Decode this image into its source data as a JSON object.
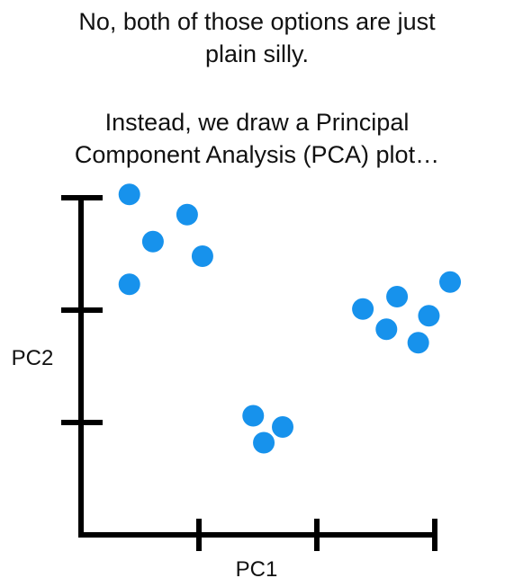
{
  "captions": {
    "line_1": "No, both of those options are just",
    "line_2": "plain silly.",
    "line_3": "Instead, we draw a Principal",
    "line_4": "Component Analysis (PCA) plot…"
  },
  "colors": {
    "point": "#1792ec",
    "axis": "#000000",
    "text": "#111111"
  },
  "chart_data": {
    "type": "scatter",
    "xlabel": "PC1",
    "ylabel": "PC2",
    "xlim": [
      0,
      3.05
    ],
    "ylim": [
      0,
      3
    ],
    "x_ticks": [
      1,
      2,
      3
    ],
    "y_ticks": [
      1,
      2,
      3
    ],
    "tick_labels_shown": false,
    "grid": false,
    "legend": "none",
    "points": [
      {
        "x": 0.41,
        "y": 3.03
      },
      {
        "x": 0.9,
        "y": 2.85
      },
      {
        "x": 0.61,
        "y": 2.61
      },
      {
        "x": 1.03,
        "y": 2.48
      },
      {
        "x": 0.41,
        "y": 2.23
      },
      {
        "x": 2.39,
        "y": 2.01
      },
      {
        "x": 2.68,
        "y": 2.12
      },
      {
        "x": 3.13,
        "y": 2.25
      },
      {
        "x": 2.95,
        "y": 1.95
      },
      {
        "x": 2.59,
        "y": 1.83
      },
      {
        "x": 2.86,
        "y": 1.71
      },
      {
        "x": 1.46,
        "y": 1.06
      },
      {
        "x": 1.71,
        "y": 0.96
      },
      {
        "x": 1.55,
        "y": 0.82
      }
    ]
  }
}
